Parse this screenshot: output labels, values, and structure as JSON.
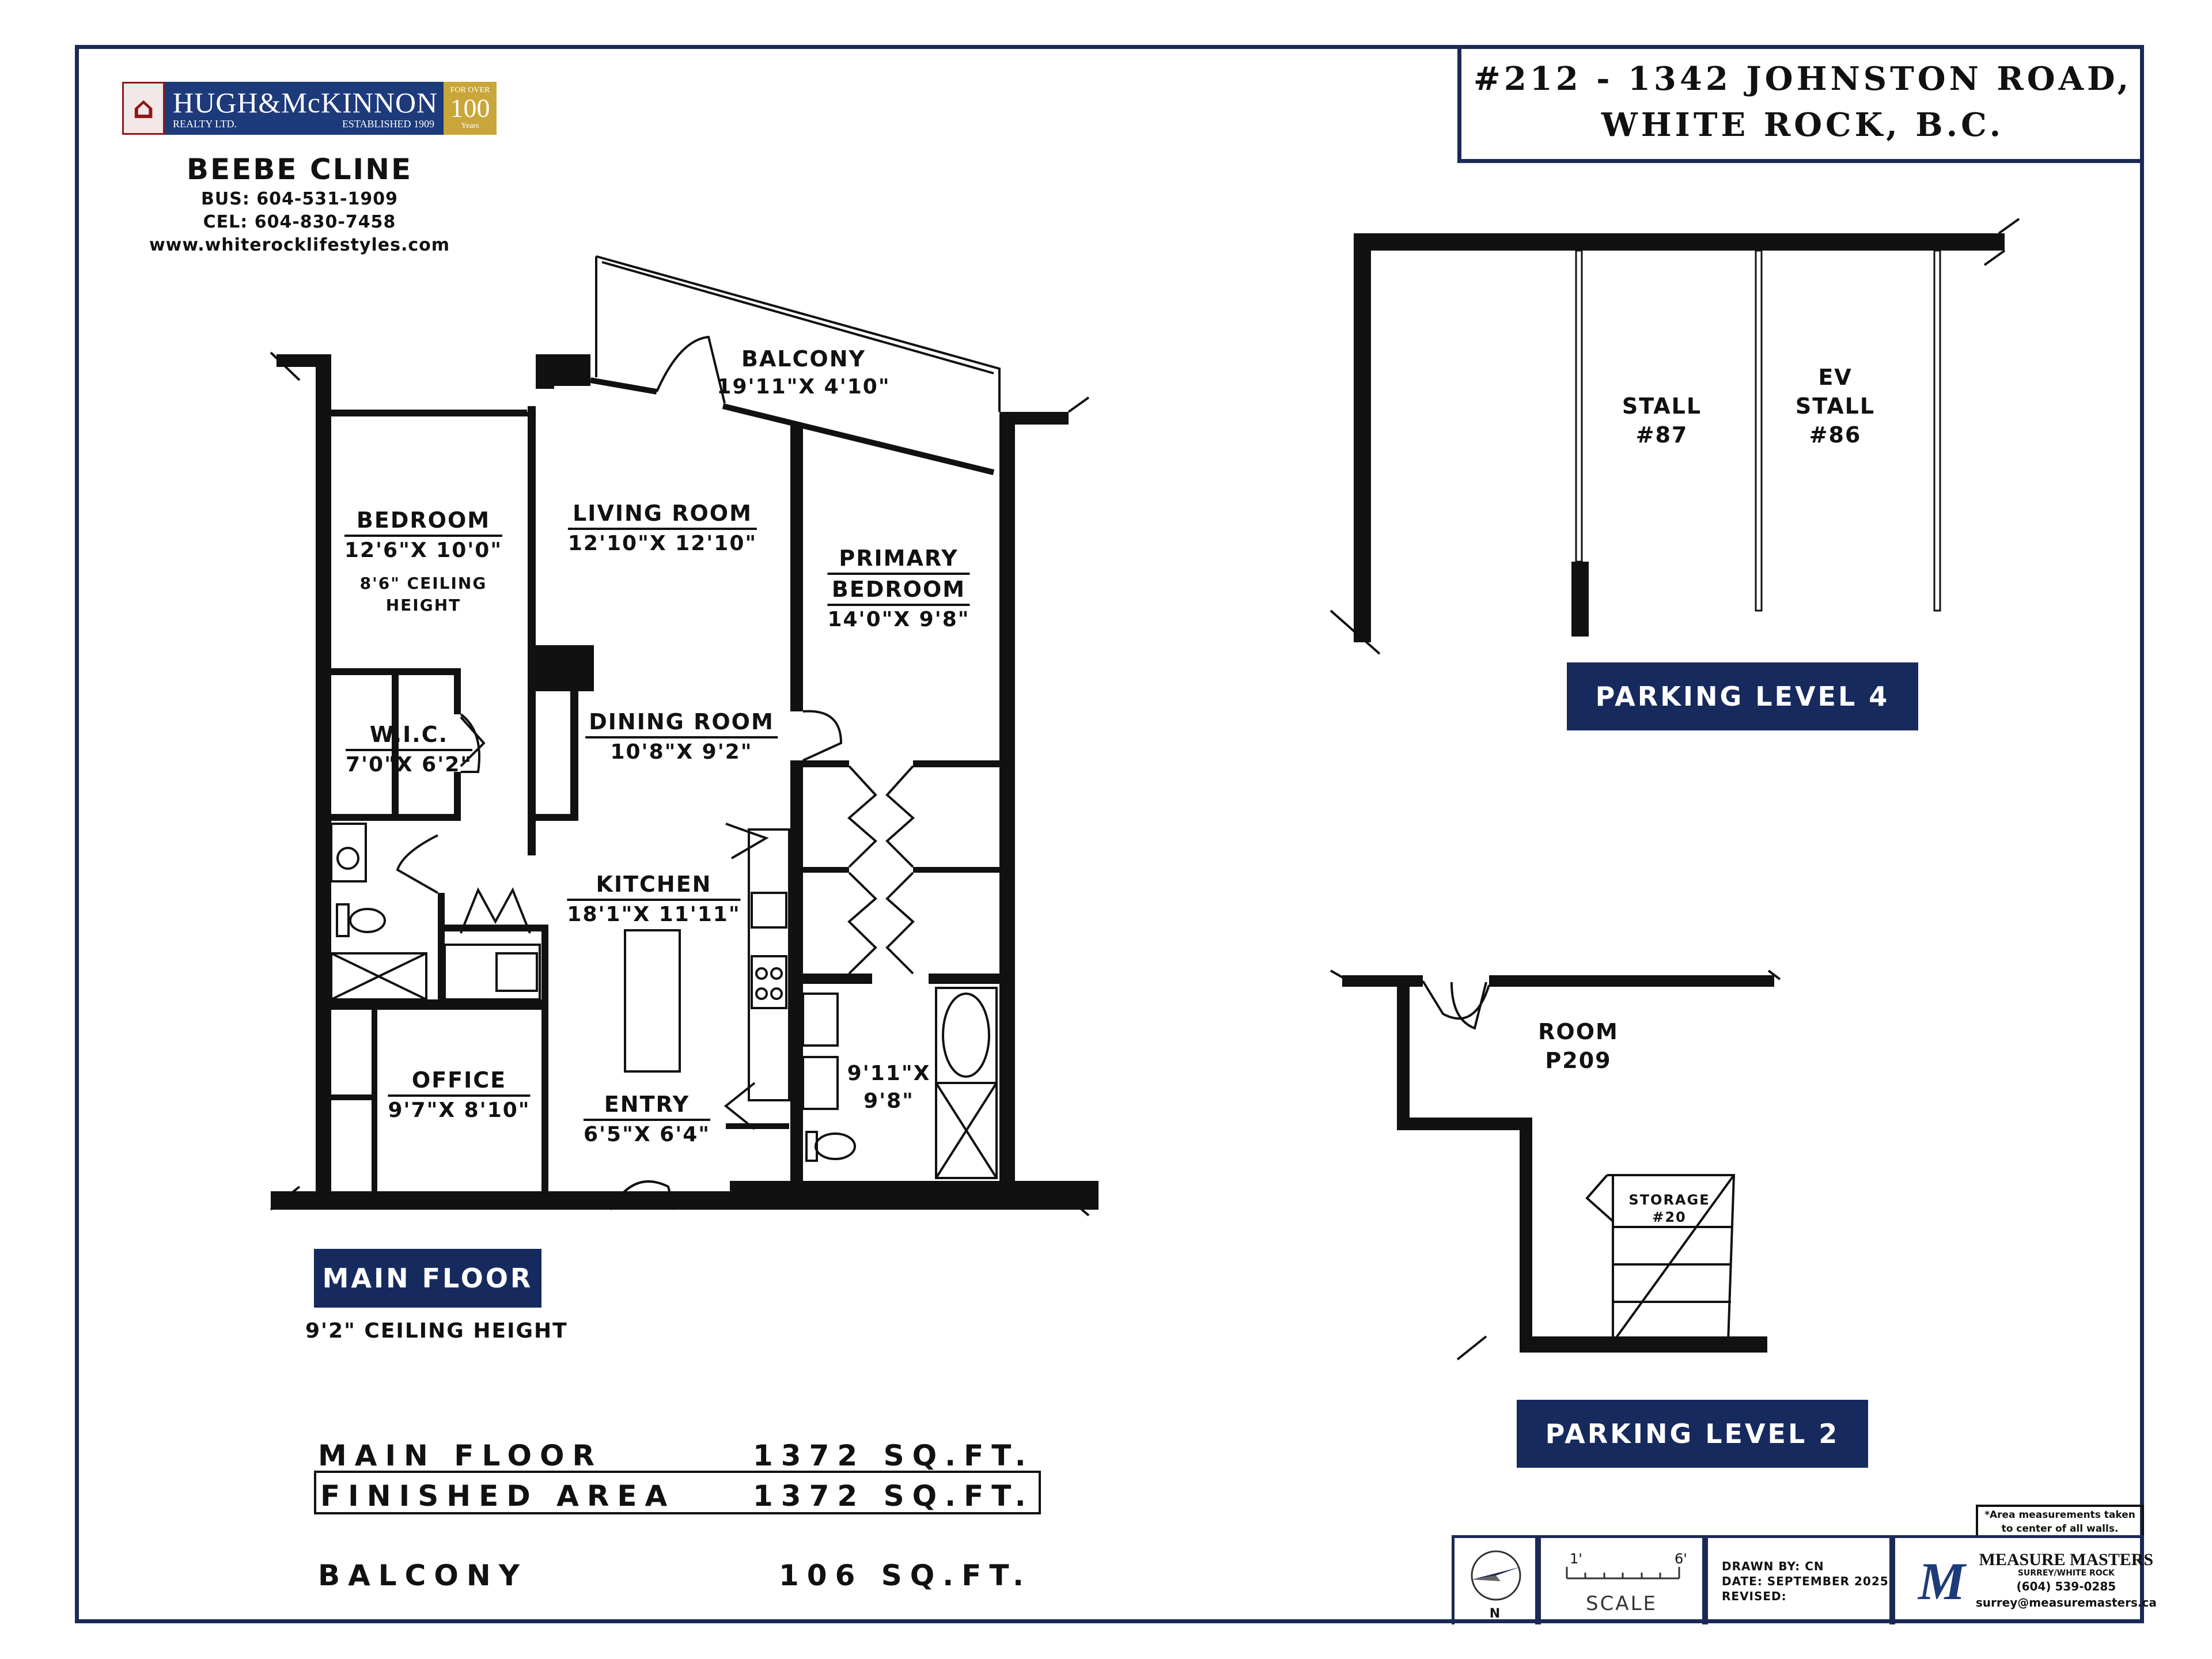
{
  "title": {
    "line1": "#212 - 1342 JOHNSTON ROAD,",
    "line2": "WHITE ROCK, B.C."
  },
  "brokerage": {
    "name": "HUGH&McKINNON",
    "sub_left": "REALTY LTD.",
    "sub_right": "ESTABLISHED 1909",
    "badge_top": "FOR OVER",
    "badge_num": "100",
    "badge_bottom": "Years"
  },
  "agent": {
    "name": "BEEBE CLINE",
    "bus": "BUS:  604-531-1909",
    "cel": "CEL:  604-830-7458",
    "web": "www.whiterocklifestyles.com"
  },
  "rooms": {
    "balcony": {
      "name": "BALCONY",
      "size": "19'11\"X  4'10\""
    },
    "bedroom": {
      "name": "BEDROOM",
      "size": "12'6\"X  10'0\"",
      "note1": "8'6\"  CEILING",
      "note2": "HEIGHT"
    },
    "living": {
      "name": "LIVING  ROOM",
      "size": "12'10\"X  12'10\""
    },
    "primary": {
      "name1": "PRIMARY",
      "name2": "BEDROOM",
      "size": "14'0\"X  9'8\""
    },
    "wic": {
      "name": "W.I.C.",
      "size": "7'0\"X  6'2\""
    },
    "dining": {
      "name": "DINING  ROOM",
      "size": "10'8\"X  9'2\""
    },
    "kitchen": {
      "name": "KITCHEN",
      "size": "18'1\"X  11'11\""
    },
    "ensuite": {
      "size1": "9'11\"X",
      "size2": "9'8\""
    },
    "office": {
      "name": "OFFICE",
      "size": "9'7\"X  8'10\""
    },
    "entry": {
      "name": "ENTRY",
      "size": "6'5\"X  6'4\""
    }
  },
  "main_floor": {
    "badge": "MAIN  FLOOR",
    "ceiling": "9'2\"  CEILING  HEIGHT"
  },
  "parking4": {
    "stall87_line1": "STALL",
    "stall87_line2": "#87",
    "ev_line1": "EV",
    "ev_line2": "STALL",
    "ev_line3": "#86",
    "badge": "PARKING  LEVEL  4"
  },
  "parking2": {
    "room_line1": "ROOM",
    "room_line2": "P209",
    "storage_line1": "STORAGE",
    "storage_line2": "#20",
    "badge": "PARKING  LEVEL  2"
  },
  "areas": {
    "main_label": "MAIN  FLOOR",
    "main_value": "1372  SQ.FT.",
    "finished_label": "FINISHED  AREA",
    "finished_value": "1372  SQ.FT.",
    "balcony_label": "BALCONY",
    "balcony_value": "106  SQ.FT."
  },
  "legend": {
    "disclaimer1": "*Area measurements taken",
    "disclaimer2": "to center of all walls.",
    "north": "N",
    "scale_left": "1'",
    "scale_right": "6'",
    "scale_label": "SCALE",
    "drawn_by": "DRAWN BY: CN",
    "date": "DATE: SEPTEMBER 2025",
    "revised": "REVISED:",
    "mm_name": "MEASURE MASTERS",
    "mm_loc": "SURREY/WHITE ROCK",
    "mm_phone": "(604) 539-0285",
    "mm_email": "surrey@measuremasters.ca"
  },
  "colors": {
    "navy": "#172a5e",
    "wall": "#111111"
  }
}
